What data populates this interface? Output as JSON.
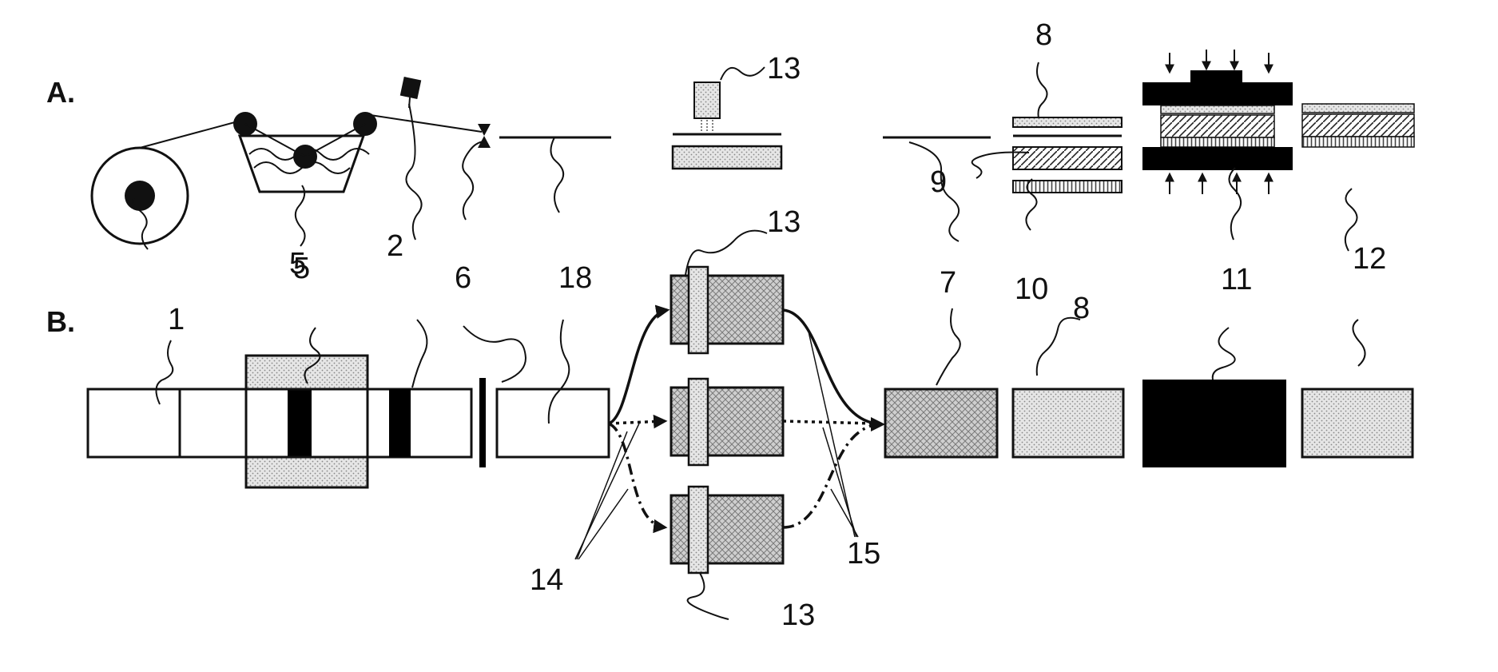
{
  "sections": {
    "a": "A.",
    "b": "B."
  },
  "labels": {
    "l1": "1",
    "l2a": "2",
    "l2b": "2",
    "l5a": "5",
    "l5b": "5",
    "l6a": "6",
    "l6b": "6",
    "l7": "7",
    "l8a": "8",
    "l8b": "8",
    "l9": "9",
    "l10": "10",
    "l11": "11",
    "l12": "12",
    "l13a": "13",
    "l13b": "13",
    "l13c": "13",
    "l14": "14",
    "l15": "15",
    "l18": "18"
  },
  "colors": {
    "ink": "#111111",
    "light_gray": "#d8d8d8",
    "mid_gray": "#bdbdbd",
    "press": "#000000"
  }
}
